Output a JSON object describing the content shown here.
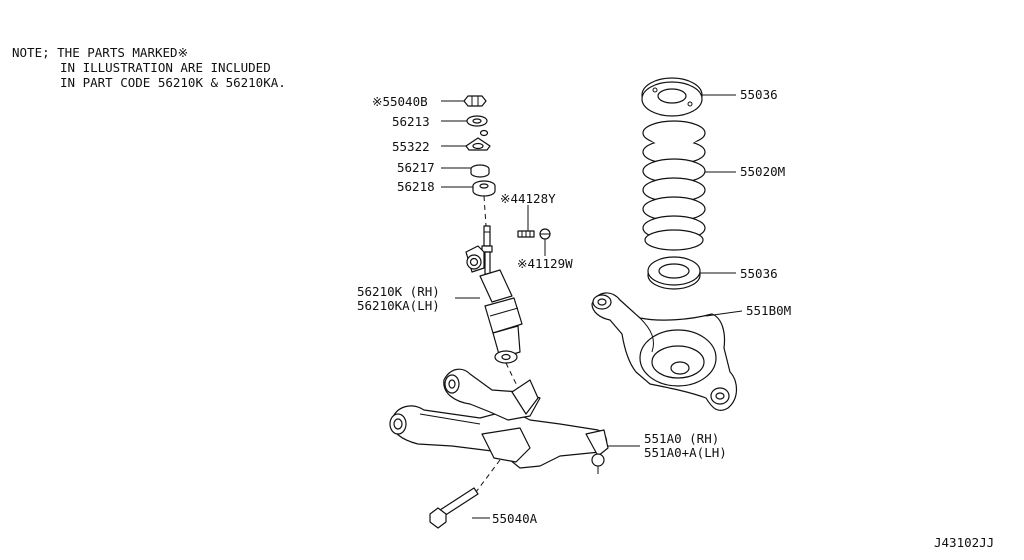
{
  "note": {
    "line1": "NOTE; THE PARTS MARKED※",
    "line2": "IN ILLUSTRATION ARE INCLUDED",
    "line3": "IN PART CODE 56210K & 56210KA."
  },
  "labels": {
    "p55040B": "※55040B",
    "p56213": "56213",
    "p55322": "55322",
    "p56217": "56217",
    "p56218": "56218",
    "p44128Y": "※44128Y",
    "p41129W": "※41129W",
    "p56210K": "56210K  (RH)",
    "p56210KA": "56210KA(LH)",
    "p55036_top": "55036",
    "p55020M": "55020M",
    "p55036_bottom": "55036",
    "p551B0M": "551B0M",
    "p551A0": "551A0   (RH)",
    "p551A0A": "551A0+A(LH)",
    "p55040A": "55040A"
  },
  "diagram_code": "J43102JJ"
}
